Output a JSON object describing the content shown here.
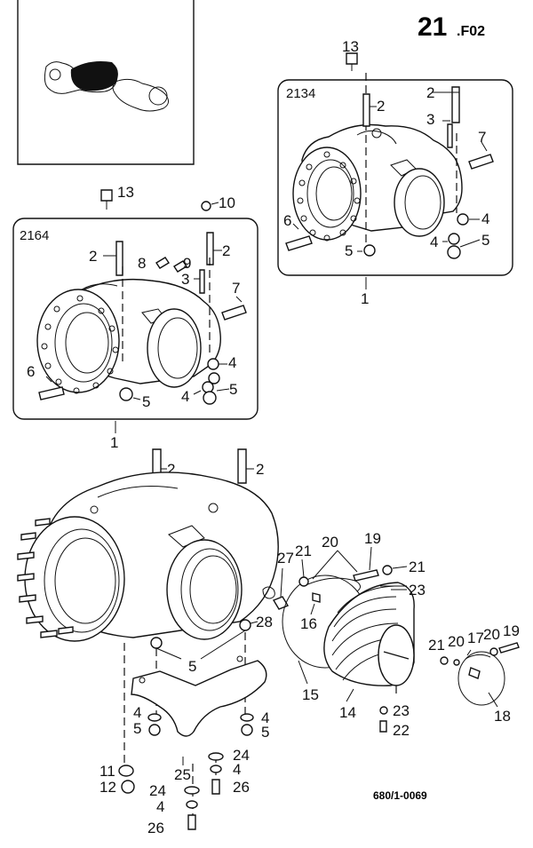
{
  "page": {
    "number": "21",
    "suffix": ".F02",
    "drawing_code": "680/1-0069"
  },
  "variants": {
    "upper_right_code": "2134",
    "upper_left_code": "2164"
  },
  "labels": {
    "l1": "1",
    "l2": "2",
    "l3": "3",
    "l4": "4",
    "l5": "5",
    "l6": "6",
    "l7": "7",
    "l8": "8",
    "l9": "9",
    "l10": "10",
    "l11": "11",
    "l12": "12",
    "l13": "13",
    "l14": "14",
    "l15": "15",
    "l16": "16",
    "l17": "17",
    "l18": "18",
    "l19": "19",
    "l20": "20",
    "l21": "21",
    "l22": "22",
    "l23": "23",
    "l24": "24",
    "l25": "25",
    "l26": "26",
    "l27": "27",
    "l28": "28"
  },
  "colors": {
    "ink": "#111111",
    "paper": "#ffffff"
  }
}
